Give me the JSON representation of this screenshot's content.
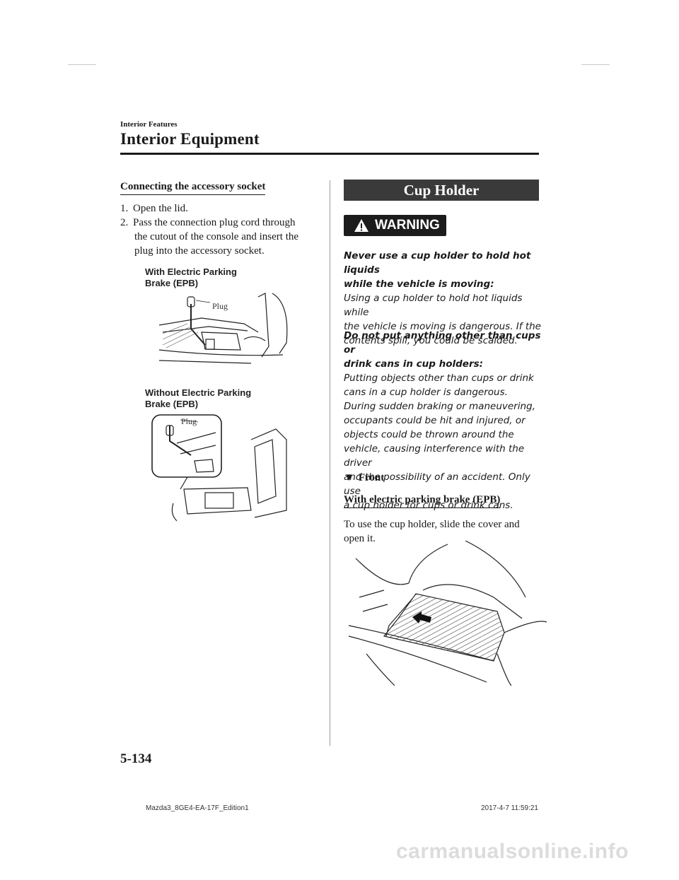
{
  "header": {
    "section": "Interior Features",
    "title": "Interior Equipment"
  },
  "left": {
    "heading": "Connecting the accessory socket",
    "steps": [
      {
        "num": "1.",
        "text": "Open the lid."
      },
      {
        "num": "2.",
        "line1": "Pass the connection plug cord through",
        "line2": "the cutout of the console and insert the",
        "line3": "plug into the accessory socket."
      }
    ],
    "figure1": {
      "label_line1": "With Electric Parking",
      "label_line2": "Brake (EPB)",
      "callout": "Plug"
    },
    "figure2": {
      "label_line1": "Without Electric Parking",
      "label_line2": "Brake (EPB)",
      "callout": "Plug"
    }
  },
  "right": {
    "section_title": "Cup Holder",
    "warning_label": "WARNING",
    "warning1": {
      "title1": "Never use a cup holder to hold hot liquids",
      "title2": "while the vehicle is moving:",
      "body": [
        "Using a cup holder to hold hot liquids while",
        "the vehicle is moving is dangerous. If the",
        "contents spill, you could be scalded."
      ]
    },
    "warning2": {
      "title1": "Do not put anything other than cups or",
      "title2": "drink cans in cup holders:",
      "body": [
        "Putting objects other than cups or drink",
        "cans in a cup holder is dangerous.",
        "During sudden braking or maneuvering,",
        "occupants could be hit and injured, or",
        "objects could be thrown around the",
        "vehicle, causing interference with the driver",
        "and the possibility of an accident. Only use",
        "a cup holder for cups or drink cans."
      ]
    },
    "front_heading": "Front",
    "subheading": "With electric parking brake (EPB)",
    "body": [
      "To use the cup holder, slide the cover and",
      "open it."
    ]
  },
  "page_number": "5-134",
  "footer": {
    "left": "Mazda3_8GE4-EA-17F_Edition1",
    "right": "2017-4-7 11:59:21"
  },
  "watermark": "carmanualsonline.info"
}
